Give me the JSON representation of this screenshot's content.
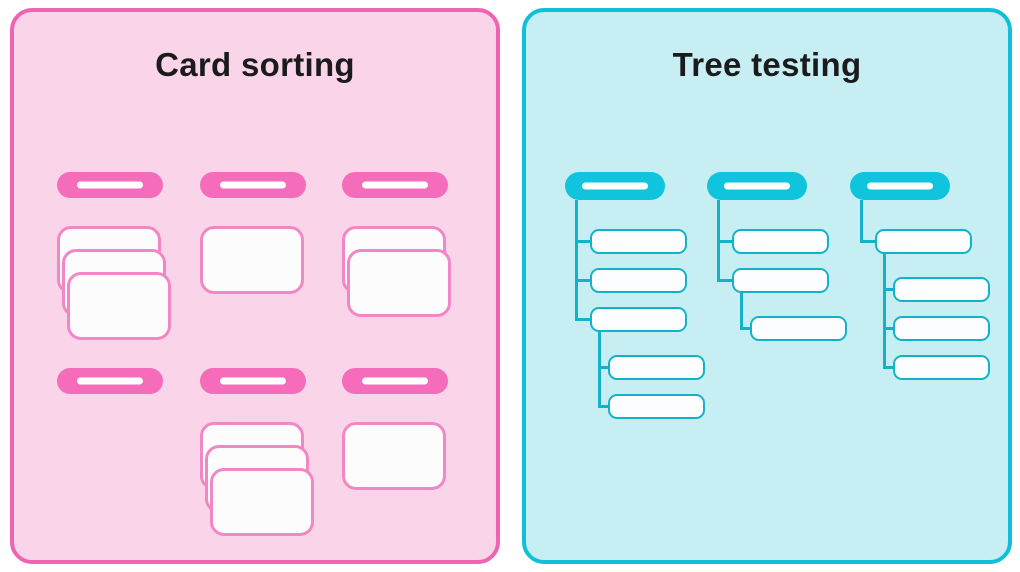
{
  "page": {
    "background": "#ffffff",
    "title_color": "#1b1b1d"
  },
  "panels": {
    "card_sorting": {
      "title": "Card sorting",
      "colors": {
        "background": "#fad5e9",
        "border": "#f063b2",
        "pill": "#f46cba",
        "card_border": "#f287c5",
        "card_background": "#fcfcfd"
      },
      "groups": [
        {
          "cards": 3
        },
        {
          "cards": 1
        },
        {
          "cards": 2
        },
        {
          "cards": 0
        },
        {
          "cards": 3
        },
        {
          "cards": 1
        }
      ]
    },
    "tree_testing": {
      "title": "Tree testing",
      "colors": {
        "background": "#c7eff3",
        "border": "#12bfd8",
        "pill": "#0fc4dc",
        "node_background": "#fbfdfe",
        "line": "#14b2c9"
      },
      "trees": [
        {
          "node_depths": [
            1,
            1,
            1,
            2,
            2
          ]
        },
        {
          "node_depths": [
            1,
            1,
            2
          ]
        },
        {
          "node_depths": [
            1,
            2,
            2,
            2
          ]
        }
      ]
    }
  }
}
